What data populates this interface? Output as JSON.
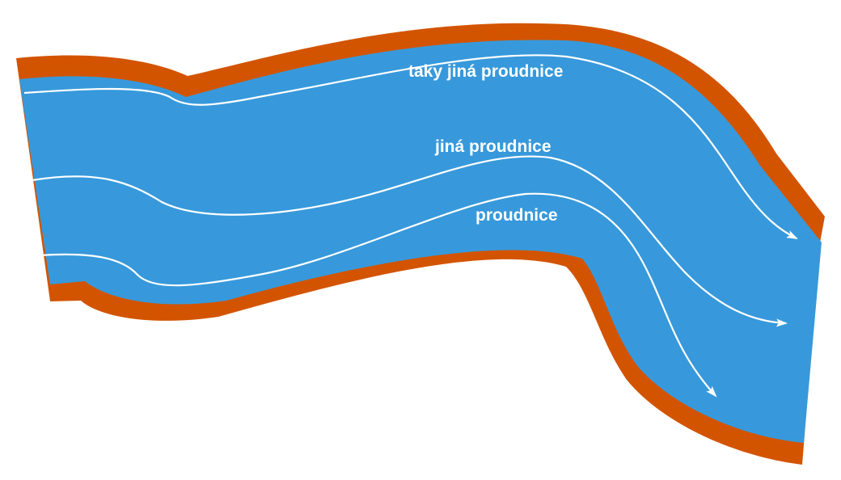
{
  "colors": {
    "water": "#3799db",
    "bank": "#d35400",
    "streamline": "#ffffff",
    "background": "#ffffff"
  },
  "streamlines": [
    {
      "label": "taky jiná proudnice"
    },
    {
      "label": "jiná proudnice"
    },
    {
      "label": "proudnice"
    }
  ]
}
